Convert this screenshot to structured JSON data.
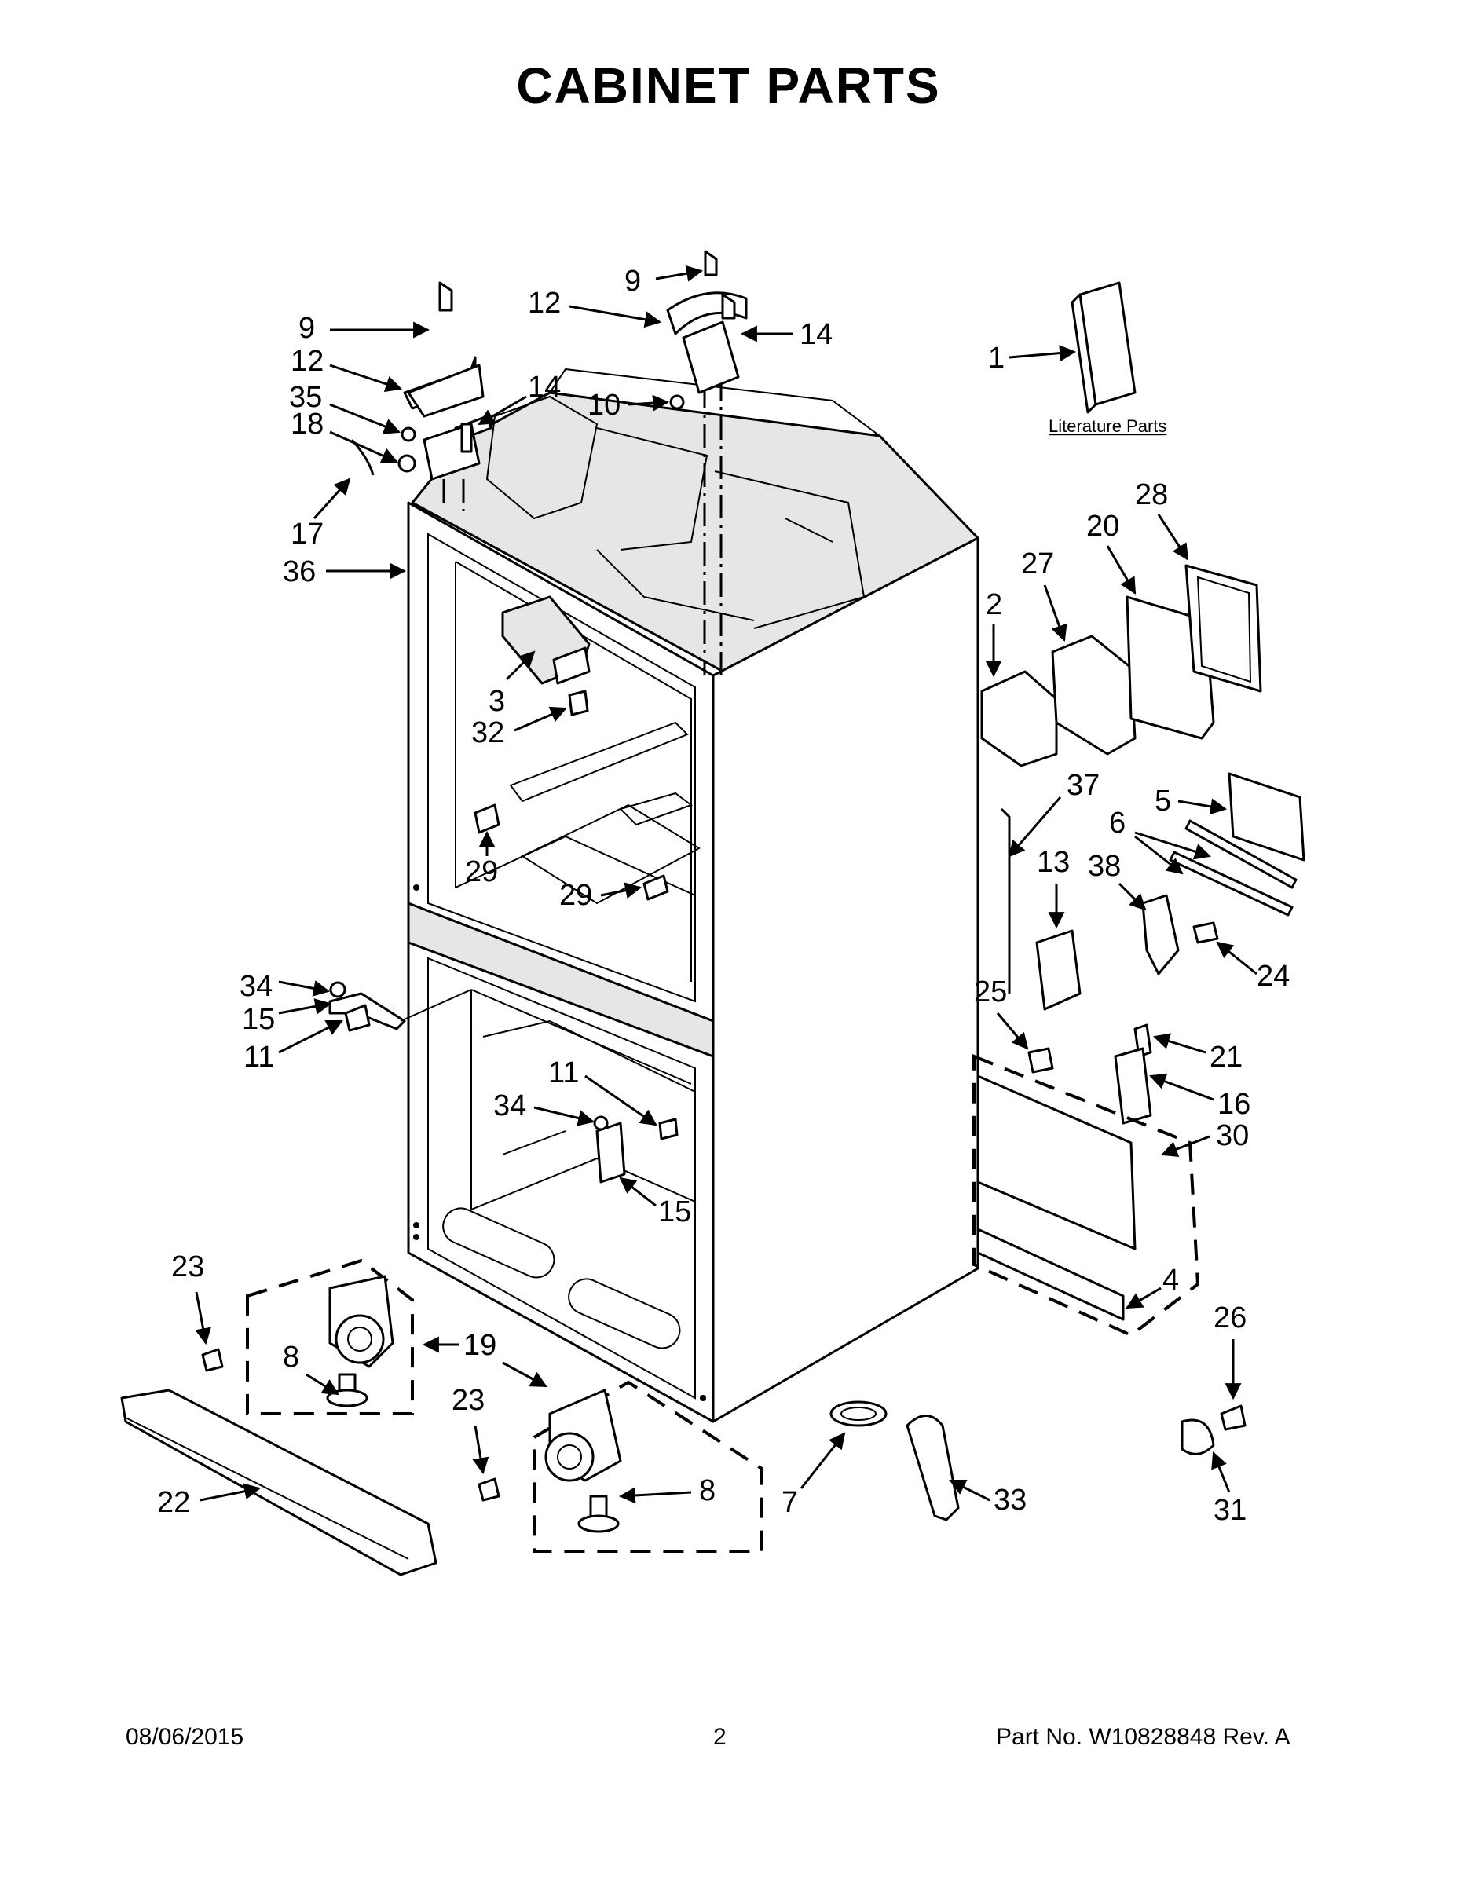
{
  "title": "CABINET PARTS",
  "literature_label": "Literature Parts",
  "footer": {
    "date": "08/06/2015",
    "page": "2",
    "part_no": "Part No.  W10828848  Rev.  A"
  },
  "callouts": {
    "c1": "1",
    "c2": "2",
    "c3": "3",
    "c4": "4",
    "c5": "5",
    "c6": "6",
    "c7": "7",
    "c8a": "8",
    "c8b": "8",
    "c9a": "9",
    "c9b": "9",
    "c10": "10",
    "c11a": "11",
    "c11b": "11",
    "c12a": "12",
    "c12b": "12",
    "c13": "13",
    "c14a": "14",
    "c14b": "14",
    "c15a": "15",
    "c15b": "15",
    "c16": "16",
    "c17": "17",
    "c18": "18",
    "c19": "19",
    "c20": "20",
    "c21": "21",
    "c22": "22",
    "c23a": "23",
    "c23b": "23",
    "c24": "24",
    "c25": "25",
    "c26": "26",
    "c27": "27",
    "c28": "28",
    "c29a": "29",
    "c29b": "29",
    "c30": "30",
    "c31": "31",
    "c32": "32",
    "c33": "33",
    "c34a": "34",
    "c34b": "34",
    "c35": "35",
    "c36": "36",
    "c37": "37",
    "c38": "38"
  }
}
